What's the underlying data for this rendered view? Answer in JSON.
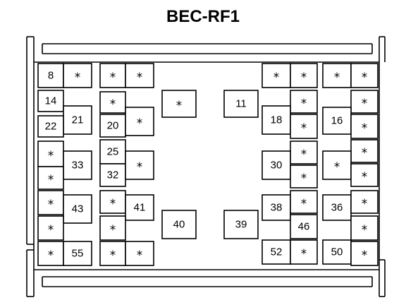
{
  "title": "BEC-RF1",
  "cells": [
    {
      "label": "8"
    },
    {
      "label": "*"
    },
    {
      "label": "14"
    },
    {
      "label": "21"
    },
    {
      "label": "22"
    },
    {
      "label": "*"
    },
    {
      "label": "33"
    },
    {
      "label": "*"
    },
    {
      "label": "*"
    },
    {
      "label": "43"
    },
    {
      "label": "*"
    },
    {
      "label": "*"
    },
    {
      "label": "55"
    },
    {
      "label": "*"
    },
    {
      "label": "*"
    },
    {
      "label": "*"
    },
    {
      "label": "20"
    },
    {
      "label": "*"
    },
    {
      "label": "25"
    },
    {
      "label": "32"
    },
    {
      "label": "*"
    },
    {
      "label": "*"
    },
    {
      "label": "41"
    },
    {
      "label": "*"
    },
    {
      "label": "*"
    },
    {
      "label": "*"
    },
    {
      "label": "*"
    },
    {
      "label": "11"
    },
    {
      "label": "40"
    },
    {
      "label": "39"
    },
    {
      "label": "*"
    },
    {
      "label": "*"
    },
    {
      "label": "*"
    },
    {
      "label": "18"
    },
    {
      "label": "*"
    },
    {
      "label": "*"
    },
    {
      "label": "30"
    },
    {
      "label": "*"
    },
    {
      "label": "38"
    },
    {
      "label": "*"
    },
    {
      "label": "46"
    },
    {
      "label": "52"
    },
    {
      "label": "*"
    },
    {
      "label": "*"
    },
    {
      "label": "*"
    },
    {
      "label": "*"
    },
    {
      "label": "16"
    },
    {
      "label": "*"
    },
    {
      "label": "*"
    },
    {
      "label": "*"
    },
    {
      "label": "*"
    },
    {
      "label": "36"
    },
    {
      "label": "*"
    },
    {
      "label": "*"
    },
    {
      "label": "50"
    },
    {
      "label": "*"
    }
  ]
}
